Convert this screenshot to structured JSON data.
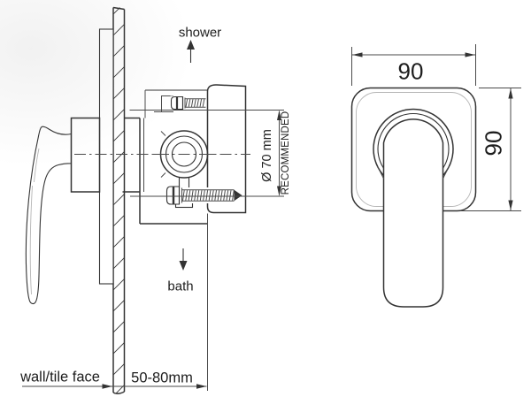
{
  "views": {
    "section_view": {
      "labels": {
        "shower": "shower",
        "bath": "bath",
        "wall_face": "wall/tile face"
      },
      "dimensions": {
        "depth": "50-80mm",
        "hole_diameter": "Ø 70 mm",
        "hole_diameter_note": "RECOMMENDED"
      }
    },
    "front_view": {
      "dimensions": {
        "width": "90",
        "height": "90"
      }
    }
  },
  "colors": {
    "line": "#333333",
    "thin_line": "#4a4a4a",
    "text": "#1d1d1d",
    "background": "#ffffff"
  }
}
